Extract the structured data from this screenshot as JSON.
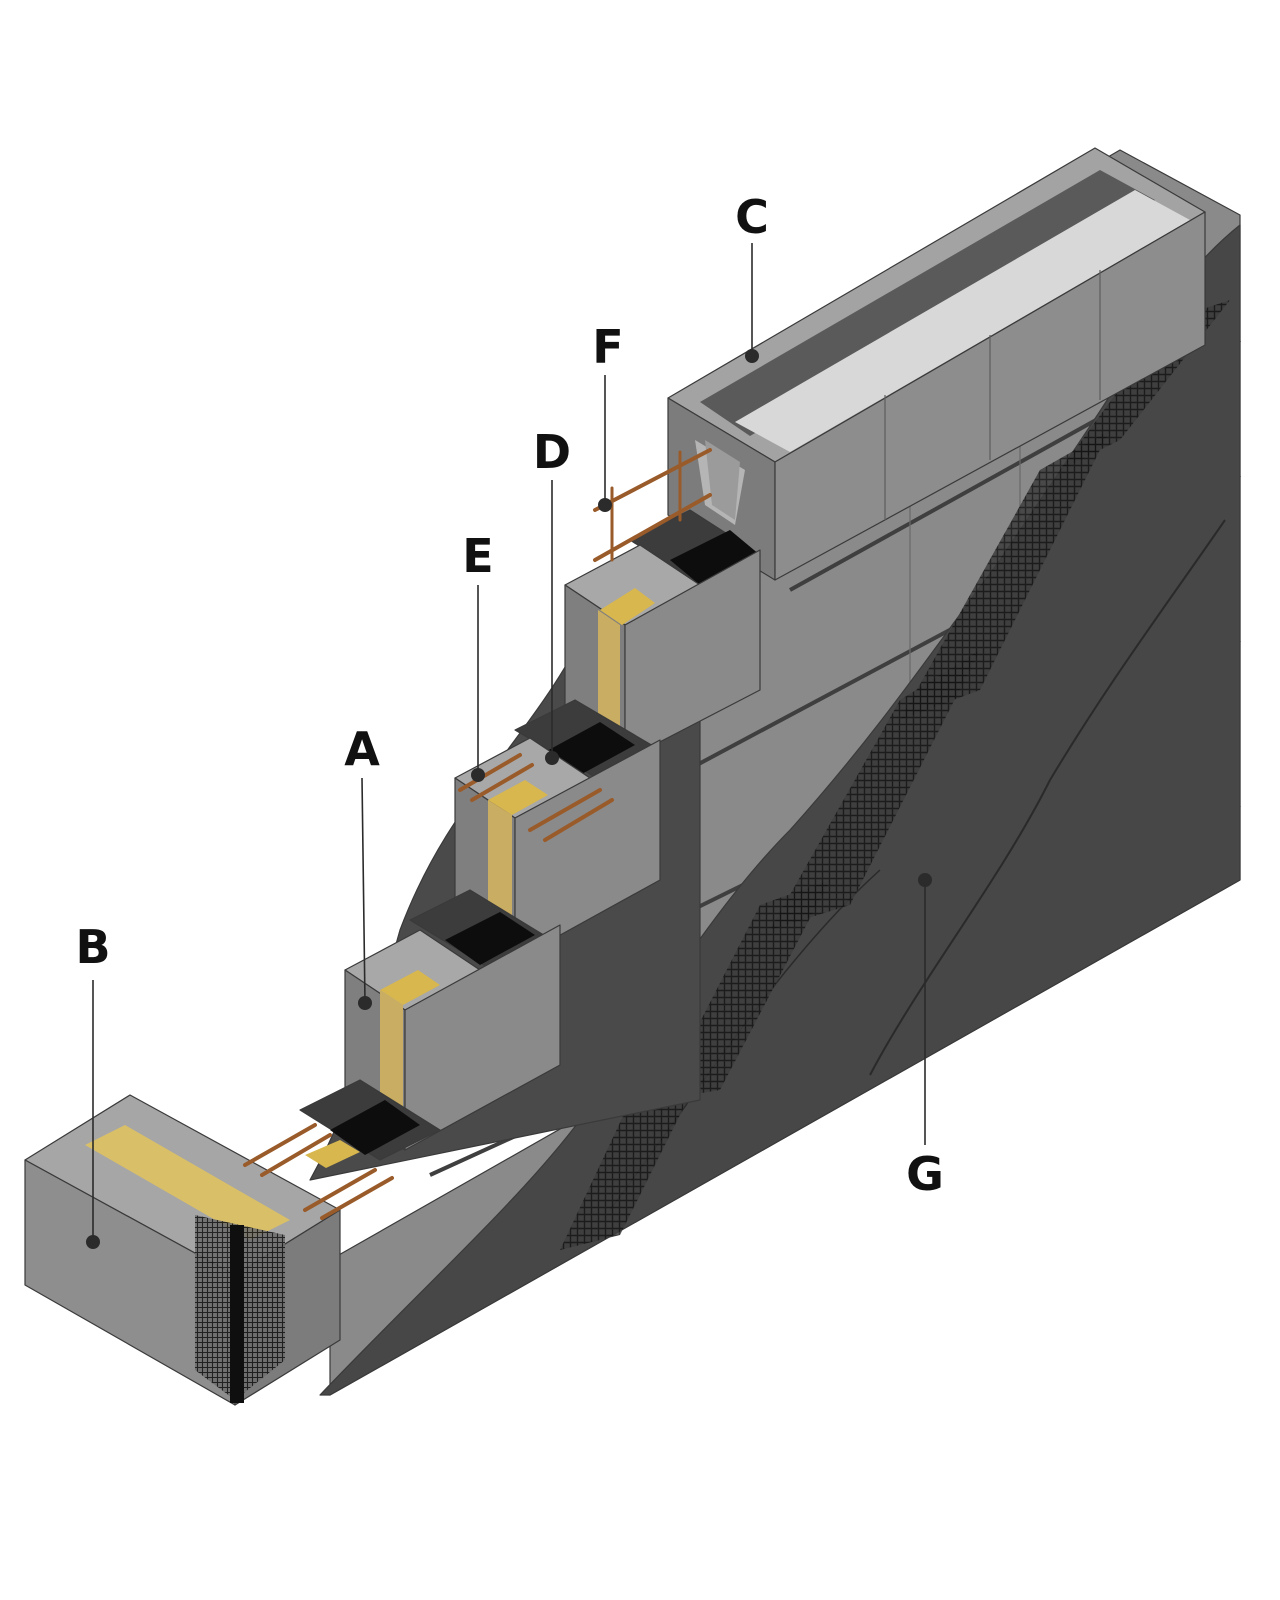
{
  "colors": {
    "block_top": "#a9a9a9",
    "block_front": "#8f8f8f",
    "block_side": "#7b7b7b",
    "slope": "#474747",
    "geomesh": "#1d1d1d",
    "drainage_fill": "#c9ad62",
    "drainage_strip": "#e0b84a",
    "black_core": "#0d0d0d",
    "pad": "#3c3c3c",
    "rebar": "#9a5b2a",
    "coping_stripe": "#d8d8d8",
    "coping_channel": "#5a5a5a"
  },
  "callouts": [
    {
      "id": "A",
      "letter": "A"
    },
    {
      "id": "B",
      "letter": "B"
    },
    {
      "id": "C",
      "letter": "C"
    },
    {
      "id": "D",
      "letter": "D"
    },
    {
      "id": "E",
      "letter": "E"
    },
    {
      "id": "F",
      "letter": "F"
    },
    {
      "id": "G",
      "letter": "G"
    }
  ]
}
